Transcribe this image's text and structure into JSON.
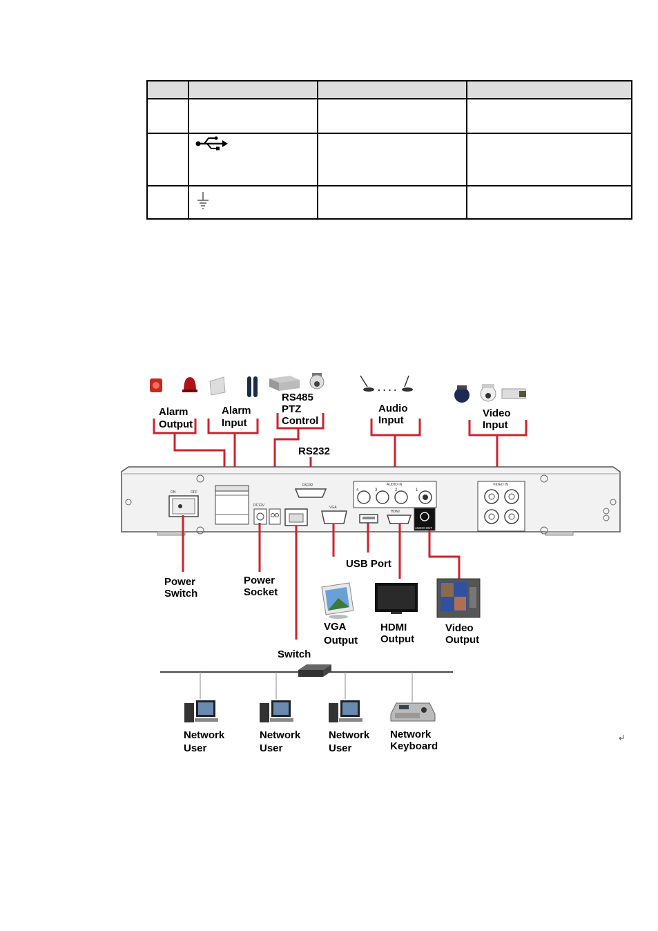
{
  "table": {
    "rows": [
      {
        "icon": ""
      },
      {
        "icon": "usb-icon"
      },
      {
        "icon": "ground-icon"
      }
    ]
  },
  "diagram": {
    "labels": {
      "alarm_output": [
        "Alarm",
        "Output"
      ],
      "alarm_input": [
        "Alarm",
        "Input"
      ],
      "rs485": [
        "RS485",
        "PTZ",
        "Control"
      ],
      "audio_input": [
        "Audio",
        "Input"
      ],
      "video_input": [
        "Video",
        "Input"
      ],
      "rs232": "RS232",
      "power_switch": [
        "Power",
        "Switch"
      ],
      "power_socket": [
        "Power",
        "Socket"
      ],
      "usb_port": "USB Port",
      "vga_output": [
        "VGA",
        "Output"
      ],
      "hdmi_output": [
        "HDMI",
        "Output"
      ],
      "video_output": [
        "Video",
        "Output"
      ],
      "switch": "Switch",
      "network_user": [
        "Network",
        "User"
      ],
      "network_keyboard": [
        "Network",
        "Keyboard"
      ]
    },
    "panel_text": {
      "on": "ON",
      "off": "OFF",
      "dc12v": "DC12V",
      "rs232": "RS232",
      "vga": "VGA",
      "hdmi": "HDMI",
      "audio_in": "AUDIO IN",
      "audio_out": "AUDIO OUT",
      "video_in": "VIDEO IN",
      "port_numbers": [
        "4",
        "3",
        "2",
        "1"
      ]
    },
    "colors": {
      "connector": "#d0202c",
      "panel": "#f2f2f2"
    }
  }
}
